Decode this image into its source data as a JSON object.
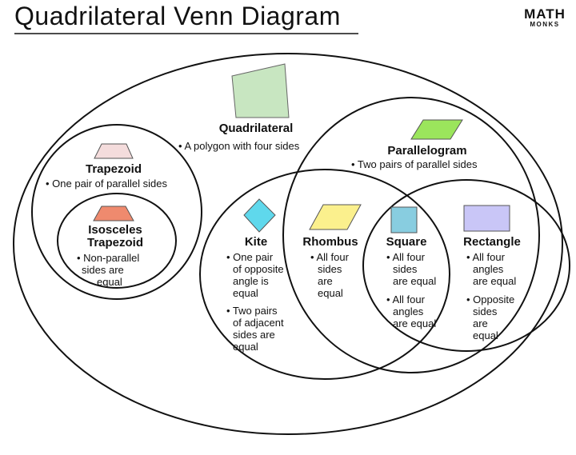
{
  "page": {
    "title": "Quadrilateral Venn Diagram",
    "logo": {
      "main": "MATH",
      "sub": "MONKS"
    }
  },
  "quadrilateral": {
    "label": "Quadrilateral",
    "bullet": "• A polygon with four sides",
    "color": "#c8e6c1"
  },
  "trapezoid": {
    "label": "Trapezoid",
    "bullet": "• One pair of parallel sides",
    "color": "#f4dcdc"
  },
  "isosceles": {
    "label_line1": "Isosceles",
    "label_line2": "Trapezoid",
    "bullet_lines": [
      "• Non-parallel",
      "sides are",
      "equal"
    ],
    "color": "#ef8a6e"
  },
  "parallelogram": {
    "label": "Parallelogram",
    "bullet": "• Two pairs of parallel sides",
    "color": "#9be55c"
  },
  "kite": {
    "label": "Kite",
    "bullet1_lines": [
      "• One pair",
      "of opposite",
      "angle is",
      "equal"
    ],
    "bullet2_lines": [
      "• Two pairs",
      "of adjacent",
      "sides are",
      "equal"
    ],
    "color": "#5fd8ec"
  },
  "rhombus": {
    "label": "Rhombus",
    "bullet_lines": [
      "• All four",
      "sides",
      "are",
      "equal"
    ],
    "color": "#fbf08d"
  },
  "square": {
    "label": "Square",
    "bullet1_lines": [
      "• All four",
      "sides",
      "are equal"
    ],
    "bullet2_lines": [
      "• All four",
      "angles",
      "are equal"
    ],
    "color": "#88cde0"
  },
  "rectangle": {
    "label": "Rectangle",
    "bullet1_lines": [
      "• All four",
      "angles",
      "are equal"
    ],
    "bullet2_lines": [
      "• Opposite",
      "sides",
      "are",
      "equal"
    ],
    "color": "#c9c6f7"
  }
}
